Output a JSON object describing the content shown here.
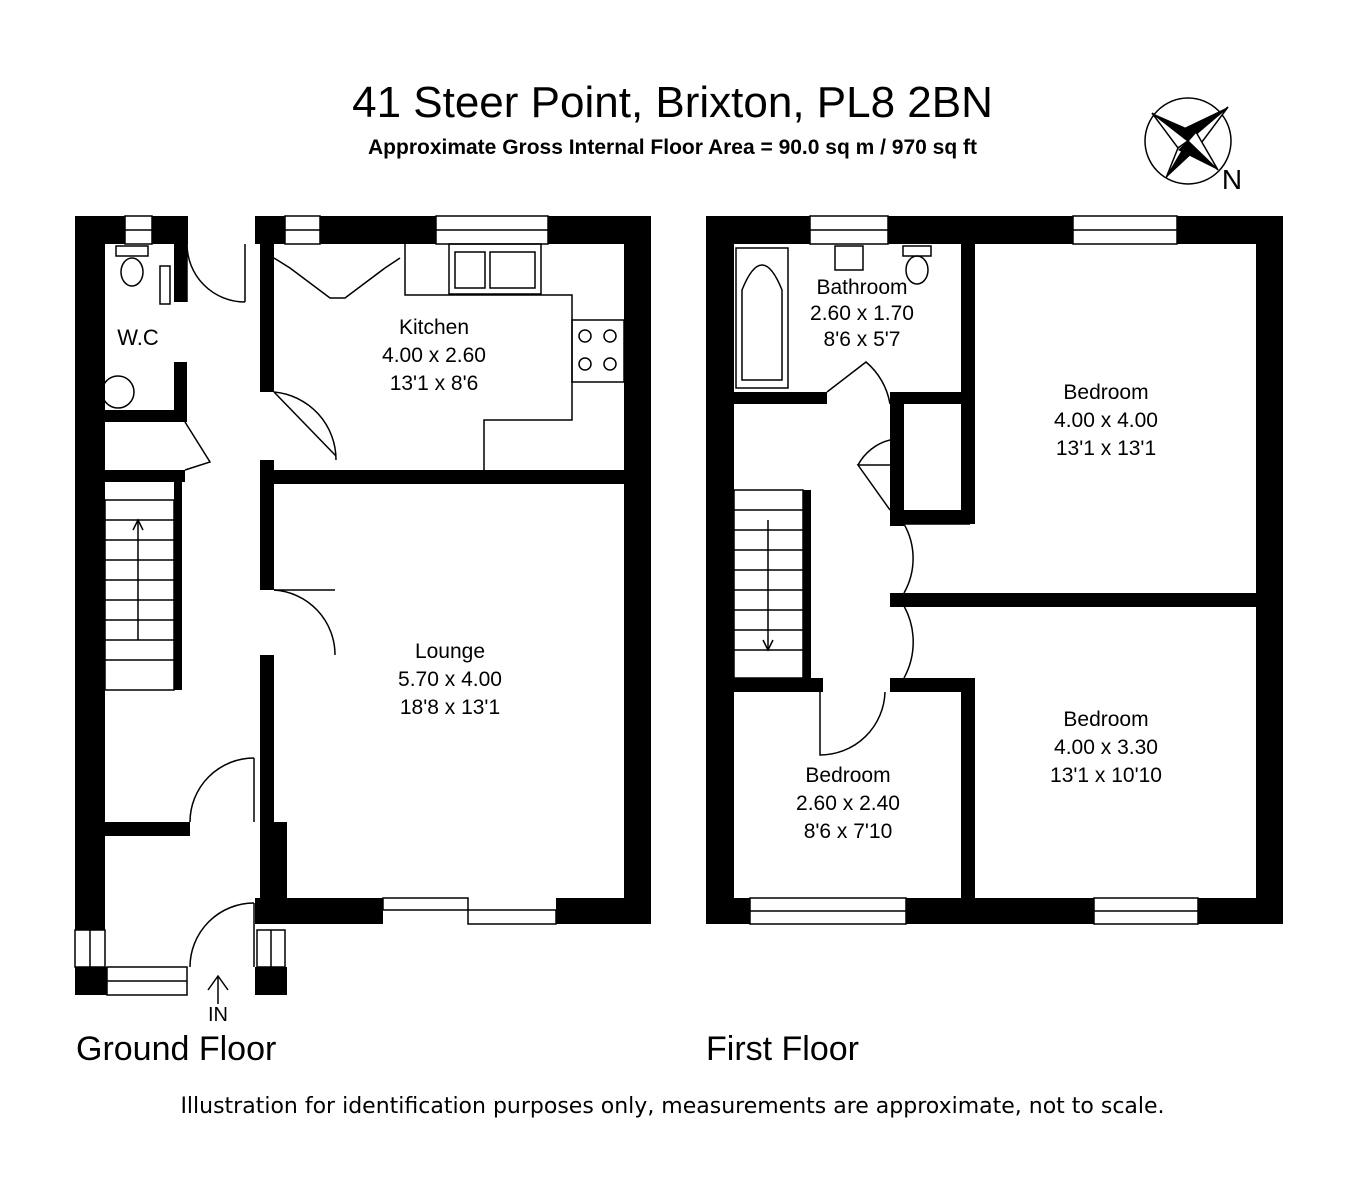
{
  "header": {
    "address": "41 Steer Point, Brixton, PL8 2BN",
    "floor_area": "Approximate Gross Internal Floor Area  = 90.0 sq m / 970 sq ft",
    "compass_label": "N"
  },
  "ground_floor": {
    "label": "Ground Floor",
    "entrance_label": "IN",
    "rooms": [
      {
        "name": "W.C",
        "metric": "",
        "imperial": ""
      },
      {
        "name": "Kitchen",
        "metric": "4.00 x 2.60",
        "imperial": "13'1 x 8'6"
      },
      {
        "name": "Lounge",
        "metric": "5.70 x 4.00",
        "imperial": "18'8 x 13'1"
      }
    ]
  },
  "first_floor": {
    "label": "First Floor",
    "rooms": [
      {
        "name": "Bathroom",
        "metric": "2.60 x 1.70",
        "imperial": "8'6 x 5'7"
      },
      {
        "name": "Bedroom",
        "metric": "4.00 x 4.00",
        "imperial": "13'1 x 13'1"
      },
      {
        "name": "Bedroom",
        "metric": "2.60 x 2.40",
        "imperial": "8'6 x 7'10"
      },
      {
        "name": "Bedroom",
        "metric": "4.00 x 3.30",
        "imperial": "13'1 x 10'10"
      }
    ]
  },
  "footer": {
    "disclaimer": "Illustration for identification purposes only, measurements are approximate, not to scale."
  }
}
